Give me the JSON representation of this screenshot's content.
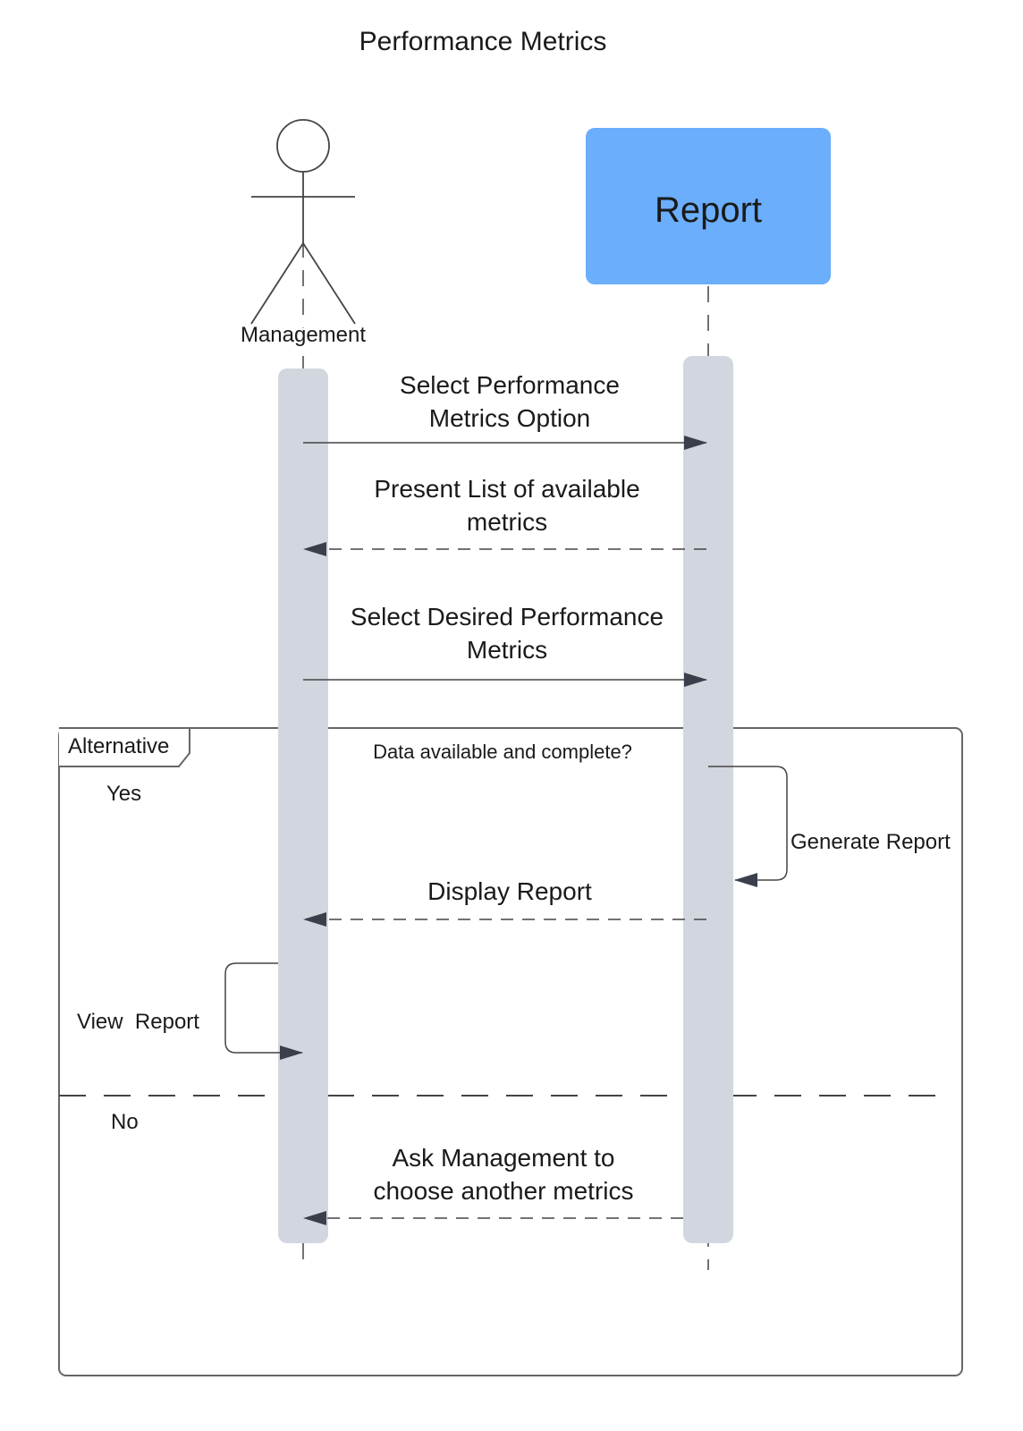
{
  "title": "Performance Metrics",
  "participants": {
    "actor": {
      "label": "Management"
    },
    "object": {
      "label": "Report",
      "color": "#6aaefc"
    }
  },
  "colors": {
    "activation_bar": "#d2d6df",
    "line": "#333333",
    "frame": "#666666"
  },
  "messages": {
    "m1": {
      "line1": "Select Performance",
      "line2": "Metrics Option"
    },
    "m2": {
      "line1": "Present List of available",
      "line2": "metrics"
    },
    "m3": {
      "line1": "Select Desired Performance",
      "line2": "Metrics"
    },
    "self_report": "Generate Report",
    "m4": "Display Report",
    "self_management": "View  Report",
    "m5": {
      "line1": "Ask Management to",
      "line2": "choose another metrics"
    }
  },
  "fragment": {
    "type_label": "Alternative",
    "condition": "Data available and complete?",
    "guard_yes": "Yes",
    "guard_no": "No"
  }
}
